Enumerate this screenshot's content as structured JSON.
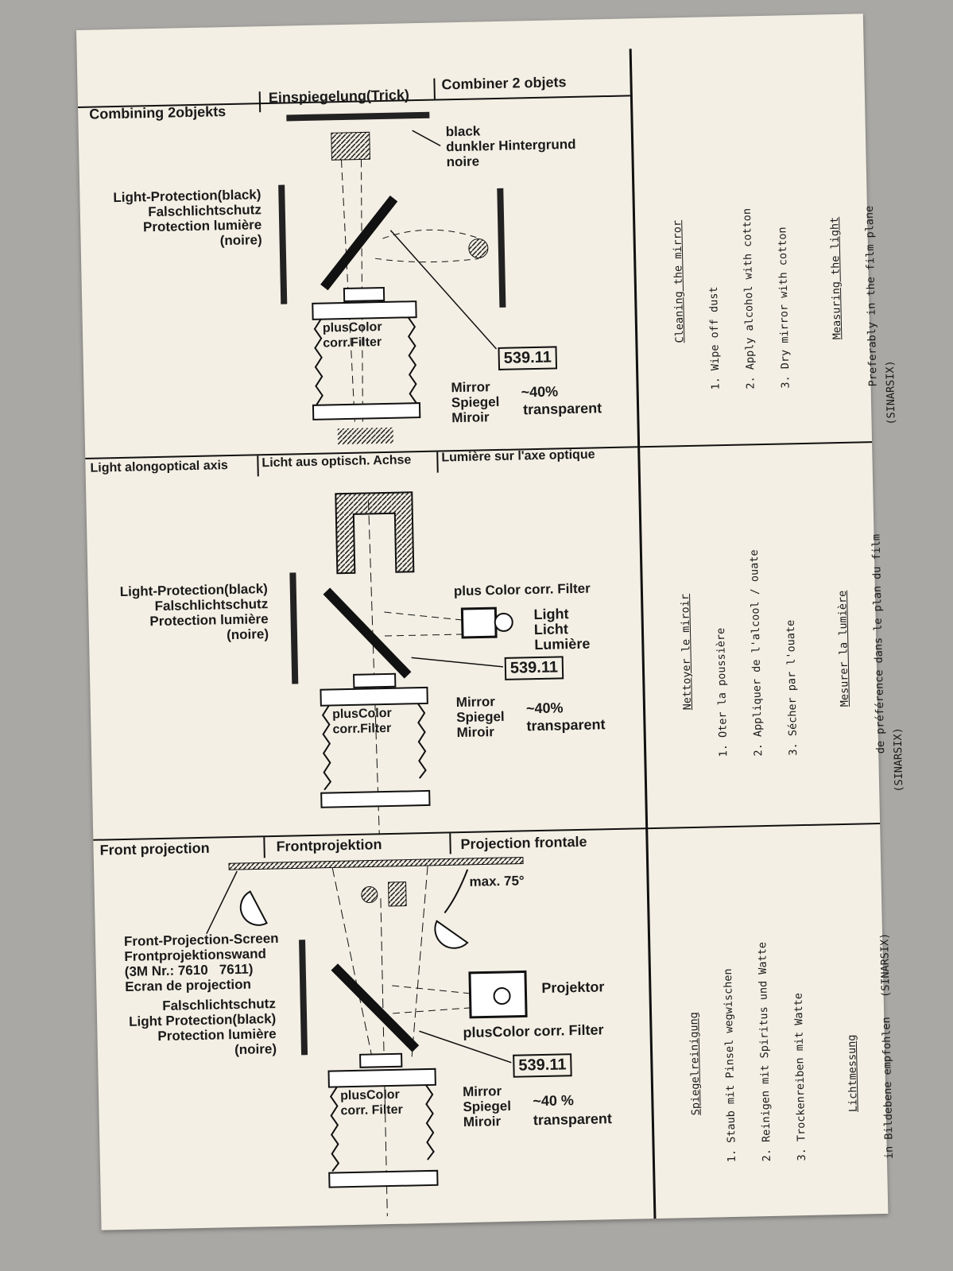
{
  "sections": [
    {
      "headers": [
        "Combining 2objekts",
        "Einspiegelung(Trick)",
        "Combiner 2 objets"
      ],
      "labels": {
        "background": "black\ndunkler Hintergrund\nnoire",
        "protection": "Light-Protection(black)\nFalschlichtschutz\nProtection lumière\n(noire)",
        "filter": "plusColor\ncorr.Filter",
        "part_number": "539.11",
        "mirror": "Mirror\nSpiegel\nMiroir",
        "percent": "~40%",
        "transparent": "transparent"
      }
    },
    {
      "headers": [
        "Light alongoptical axis",
        "Licht aus optisch. Achse",
        "Lumière sur l'axe optique"
      ],
      "labels": {
        "protection": "Light-Protection(black)\nFalschlichtschutz\nProtection lumière\n(noire)",
        "color_filter": "plus Color corr. Filter",
        "light": "Light\nLicht\nLumière",
        "filter": "plusColor\ncorr.Filter",
        "part_number": "539.11",
        "mirror": "Mirror\nSpiegel\nMiroir",
        "percent": "~40%",
        "transparent": "transparent"
      }
    },
    {
      "headers": [
        "Front projection",
        "Frontprojektion",
        "Projection frontale"
      ],
      "labels": {
        "angle": "max. 75°",
        "screen": "Front-Projection-Screen\nFrontprojektionswand\n(3M Nr.: 7610   7611)\nEcran de projection",
        "protection": "Falschlichtschutz\nLight Protection(black)\nProtection lumière\n(noire)",
        "projector": "Projektor",
        "color_filter": "plusColor corr. Filter",
        "filter": "plusColor\ncorr. Filter",
        "part_number": "539.11",
        "mirror": "Mirror\nSpiegel\nMiroir",
        "percent": "~40 %",
        "transparent": "transparent"
      }
    }
  ],
  "instructions": [
    {
      "heading1": "Cleaning the mirror",
      "steps": [
        "1. Wipe off dust",
        "2. Apply alcohol with cotton",
        "3. Dry mirror with cotton"
      ],
      "heading2": "Measuring the light",
      "note": "Preferably in the film plane\n(SINARSIX)"
    },
    {
      "heading1": "Nettoyer le miroir",
      "steps": [
        "1. Oter la poussière",
        "2. Appliquer de l'alcool / ouate",
        "3. Sécher par l'ouate"
      ],
      "heading2": "Mesurer la lumière",
      "note": "de préférence dans le plan du film\n(SINARSIX)"
    },
    {
      "heading1": "Spiegelreinigung",
      "steps": [
        "1. Staub mit Pinsel wegwischen",
        "2. Reinigen mit Spiritus und Watte",
        "3. Trockenreiben mit Watte"
      ],
      "heading2": "Lichtmessung",
      "note": "in Bildebene empfohlen   (SINARSIX)"
    }
  ]
}
